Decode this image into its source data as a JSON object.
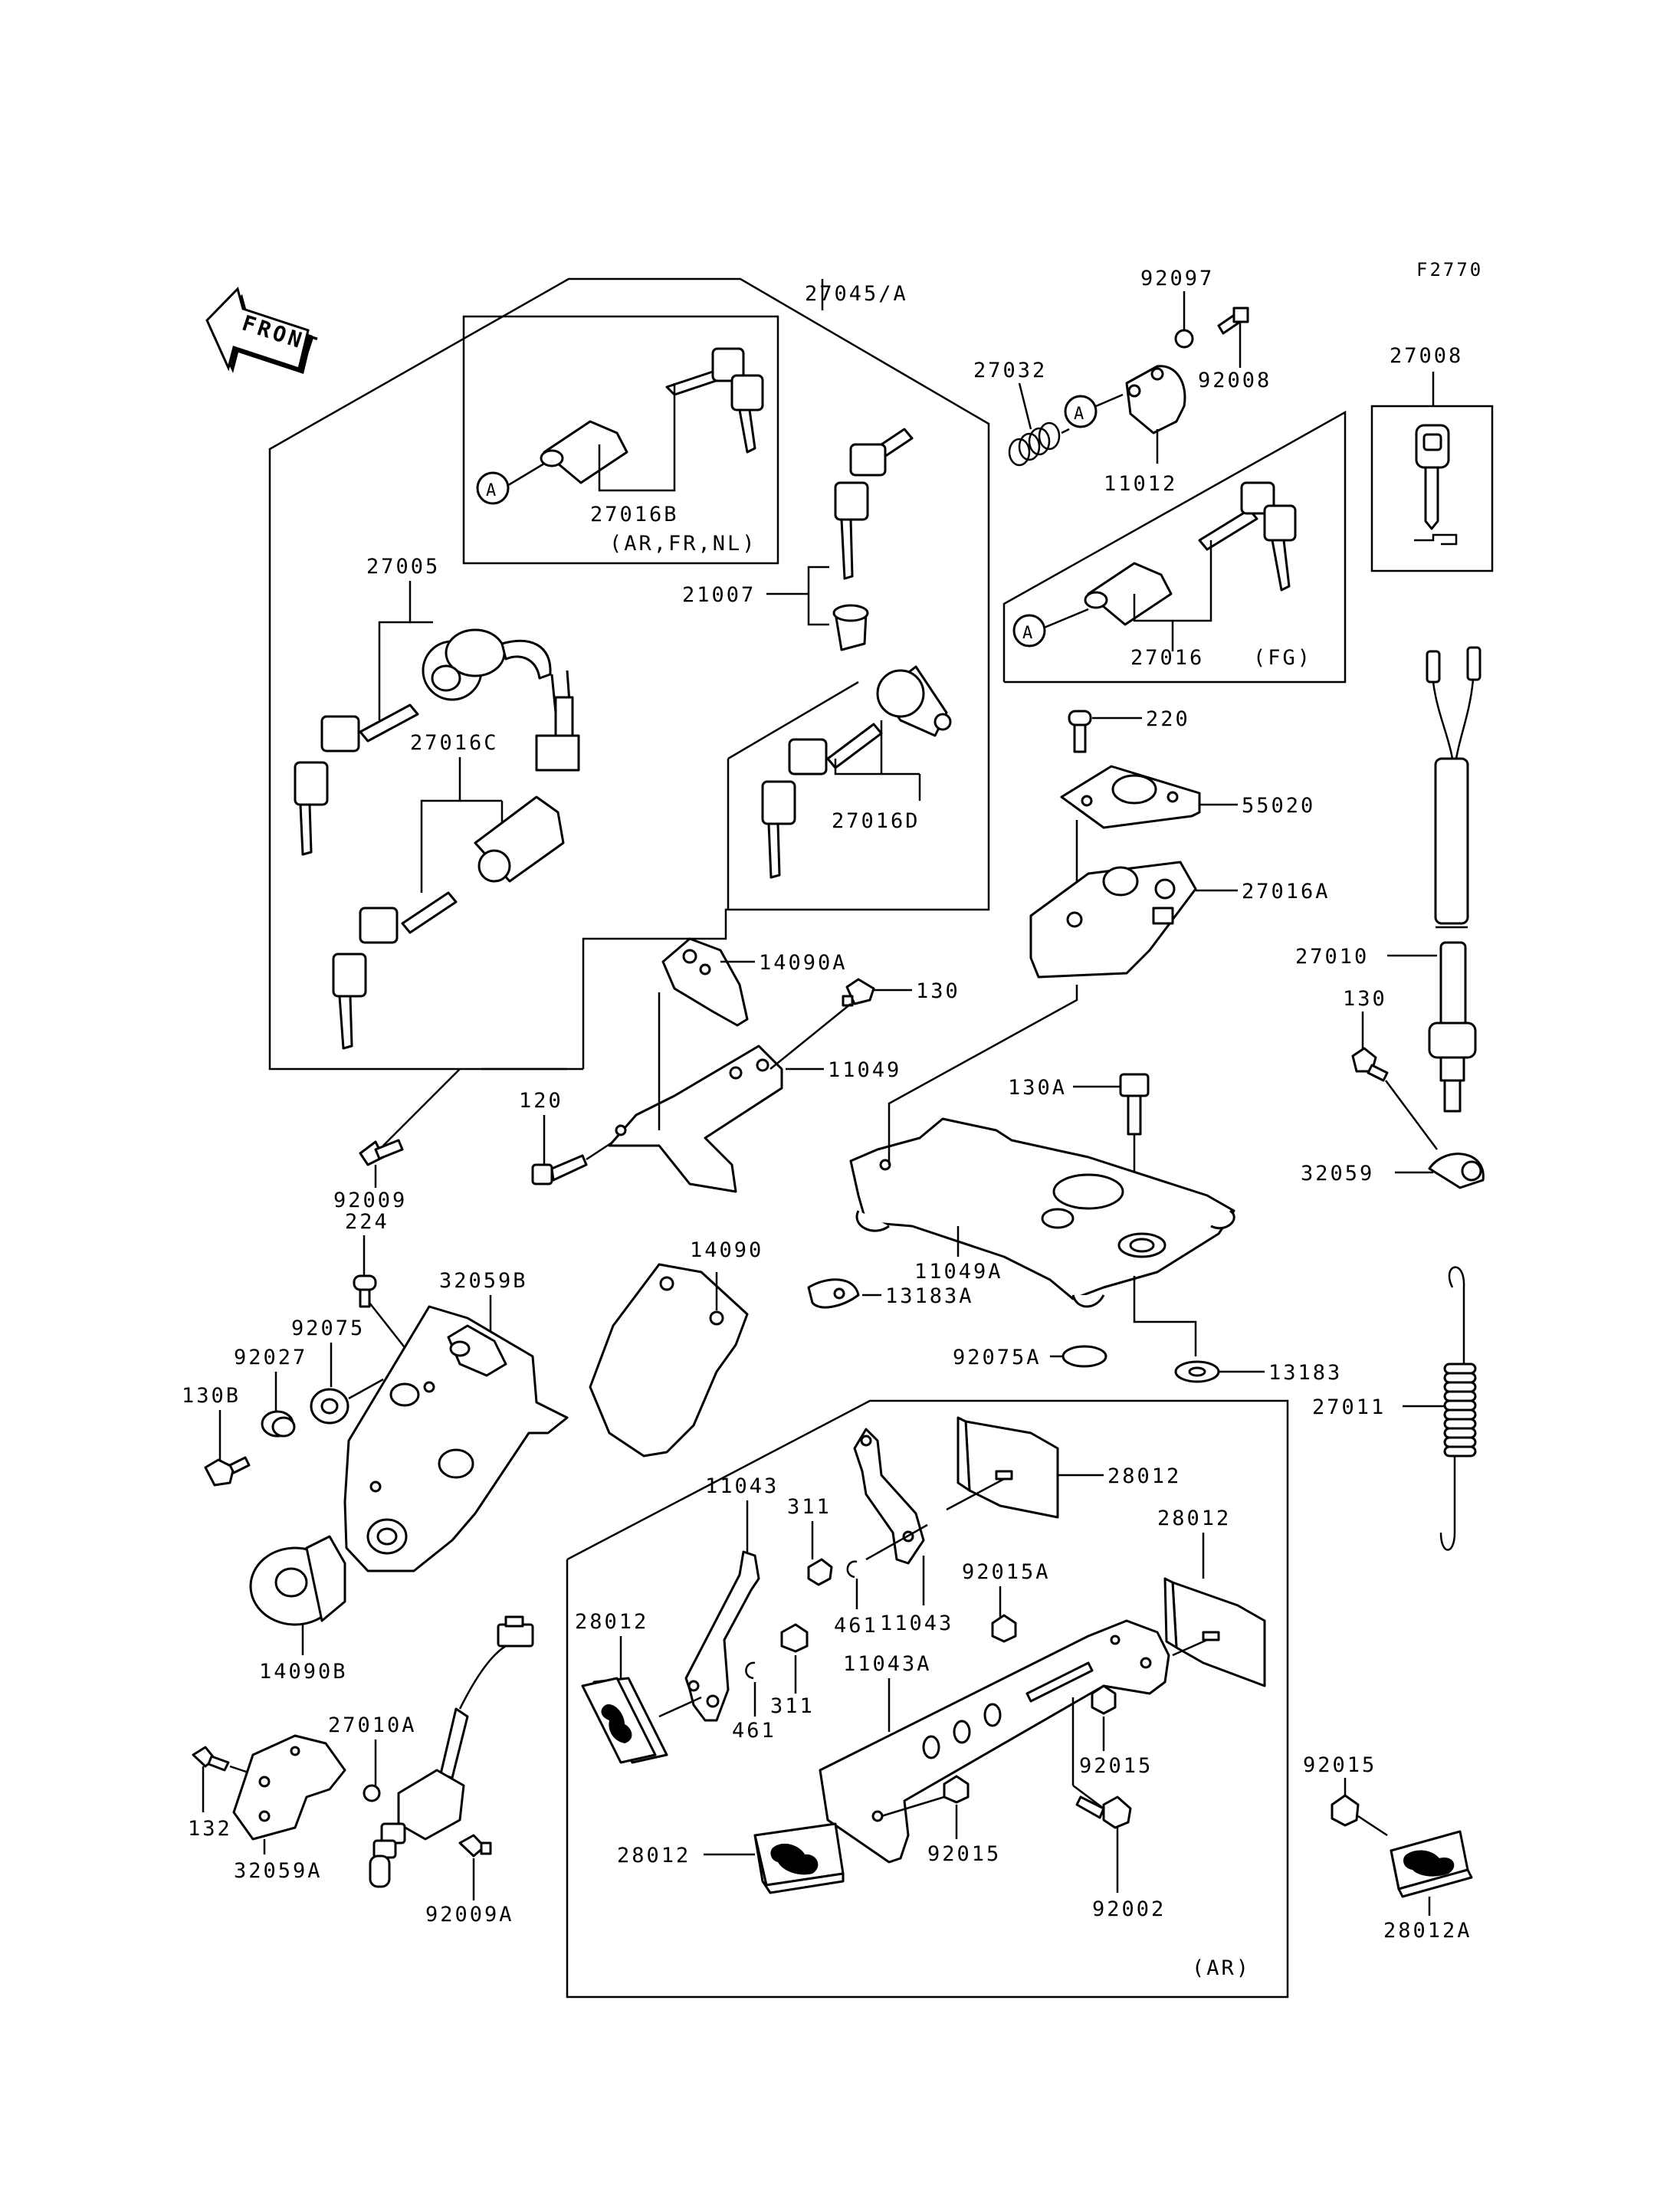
{
  "figure_code": "F2770",
  "front_label": "FRONT",
  "variant_labels": {
    "ar_fr_nl": "(AR,FR,NL)",
    "fg": "(FG)",
    "ar": "(AR)"
  },
  "ref_letter": "A",
  "parts": {
    "p27045A": "27045/A",
    "p92097": "92097",
    "p27008": "27008",
    "p27032": "27032",
    "p92008": "92008",
    "p11012": "11012",
    "p27016B": "27016B",
    "p21007": "21007",
    "p27005": "27005",
    "p27016": "27016",
    "p27016C": "27016C",
    "p220": "220",
    "p55020": "55020",
    "p27016D": "27016D",
    "p27016A": "27016A",
    "p14090A": "14090A",
    "p130_top": "130",
    "p27010": "27010",
    "p130_right": "130",
    "p11049": "11049",
    "p130A": "130A",
    "p120": "120",
    "p92009": "92009",
    "p32059": "32059",
    "p224": "224",
    "p14090": "14090",
    "p32059B": "32059B",
    "p11049A": "11049A",
    "p13183A": "13183A",
    "p92075": "92075",
    "p92027": "92027",
    "p92075A": "92075A",
    "p13183": "13183",
    "p130B": "130B",
    "p27011": "27011",
    "p28012_a": "28012",
    "p11043_left": "11043",
    "p311_top": "311",
    "p28012_b": "28012",
    "p92015A": "92015A",
    "p461_top": "461",
    "p11043_mid": "11043",
    "p14090B": "14090B",
    "p28012_c": "28012",
    "p311_bot": "311",
    "p11043A": "11043A",
    "p27010A": "27010A",
    "p461_bot": "461",
    "p92015_mid": "92015",
    "p92015_right": "92015",
    "p132": "132",
    "p28012_d": "28012",
    "p92015_bot": "92015",
    "p32059A": "32059A",
    "p92002": "92002",
    "p28012A": "28012A",
    "p92009A": "92009A"
  }
}
